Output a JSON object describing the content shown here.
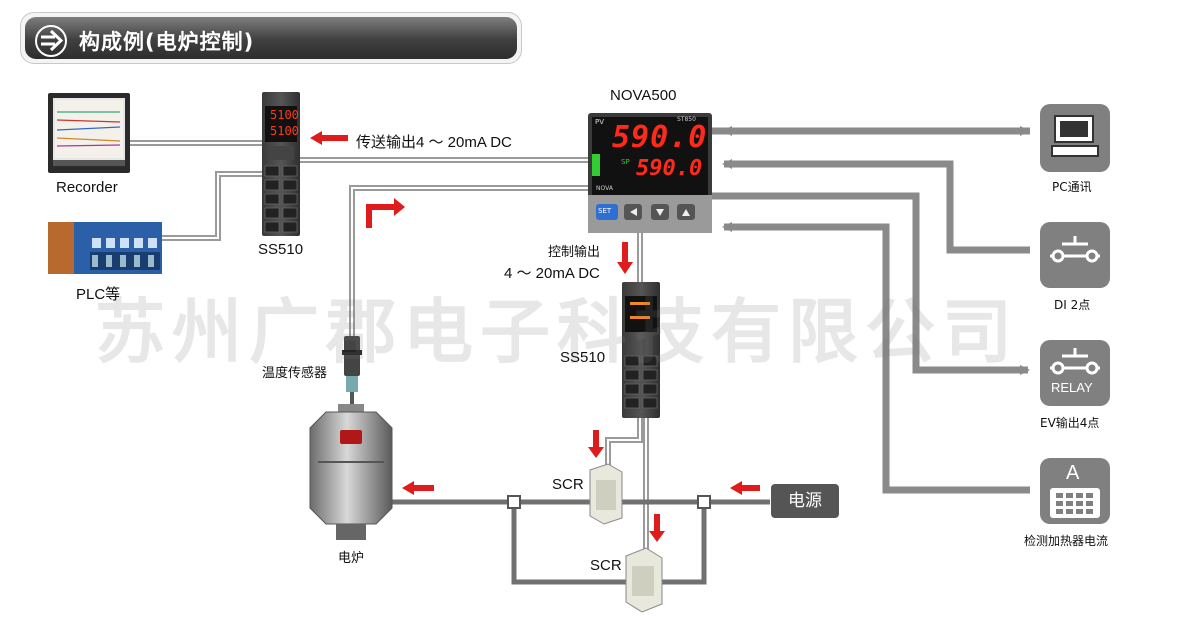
{
  "header": {
    "title": "构成例(电炉控制)"
  },
  "devices": {
    "recorder": "Recorder",
    "plc": "PLC等",
    "ss510_top": "SS510",
    "ss510_mid": "SS510",
    "nova": "NOVA500",
    "temp_sensor": "温度传感器",
    "furnace": "电炉",
    "scr1": "SCR",
    "scr2": "SCR",
    "power": "电源"
  },
  "labels": {
    "transmit_output": "传送输出4 ～ 20mA DC",
    "control_output_1": "控制输出",
    "control_output_2": "4 ～ 20mA DC",
    "pc_comm": "PC通讯",
    "di": "DI 2点",
    "ev_output": "EV输出4点",
    "heater_current": "检测加热器电流"
  },
  "displays": {
    "nova_pv": "590.0",
    "nova_sp": "590.0",
    "nova_brand": "NOVA",
    "nova_label_pv": "PV",
    "nova_label_sp": "SP",
    "nova_model_tag": "ST850",
    "nova_set": "SET",
    "ss_top_1": "5100",
    "ss_top_2": "5100"
  },
  "icons": {
    "relay_text": "RELAY",
    "ammeter_text": "A"
  },
  "watermark": "苏州广郡电子科技有限公司",
  "colors": {
    "arrow_red": "#e01b1b",
    "line_gray": "#8a8a8a",
    "nova_digit": "#ff2a1a"
  }
}
